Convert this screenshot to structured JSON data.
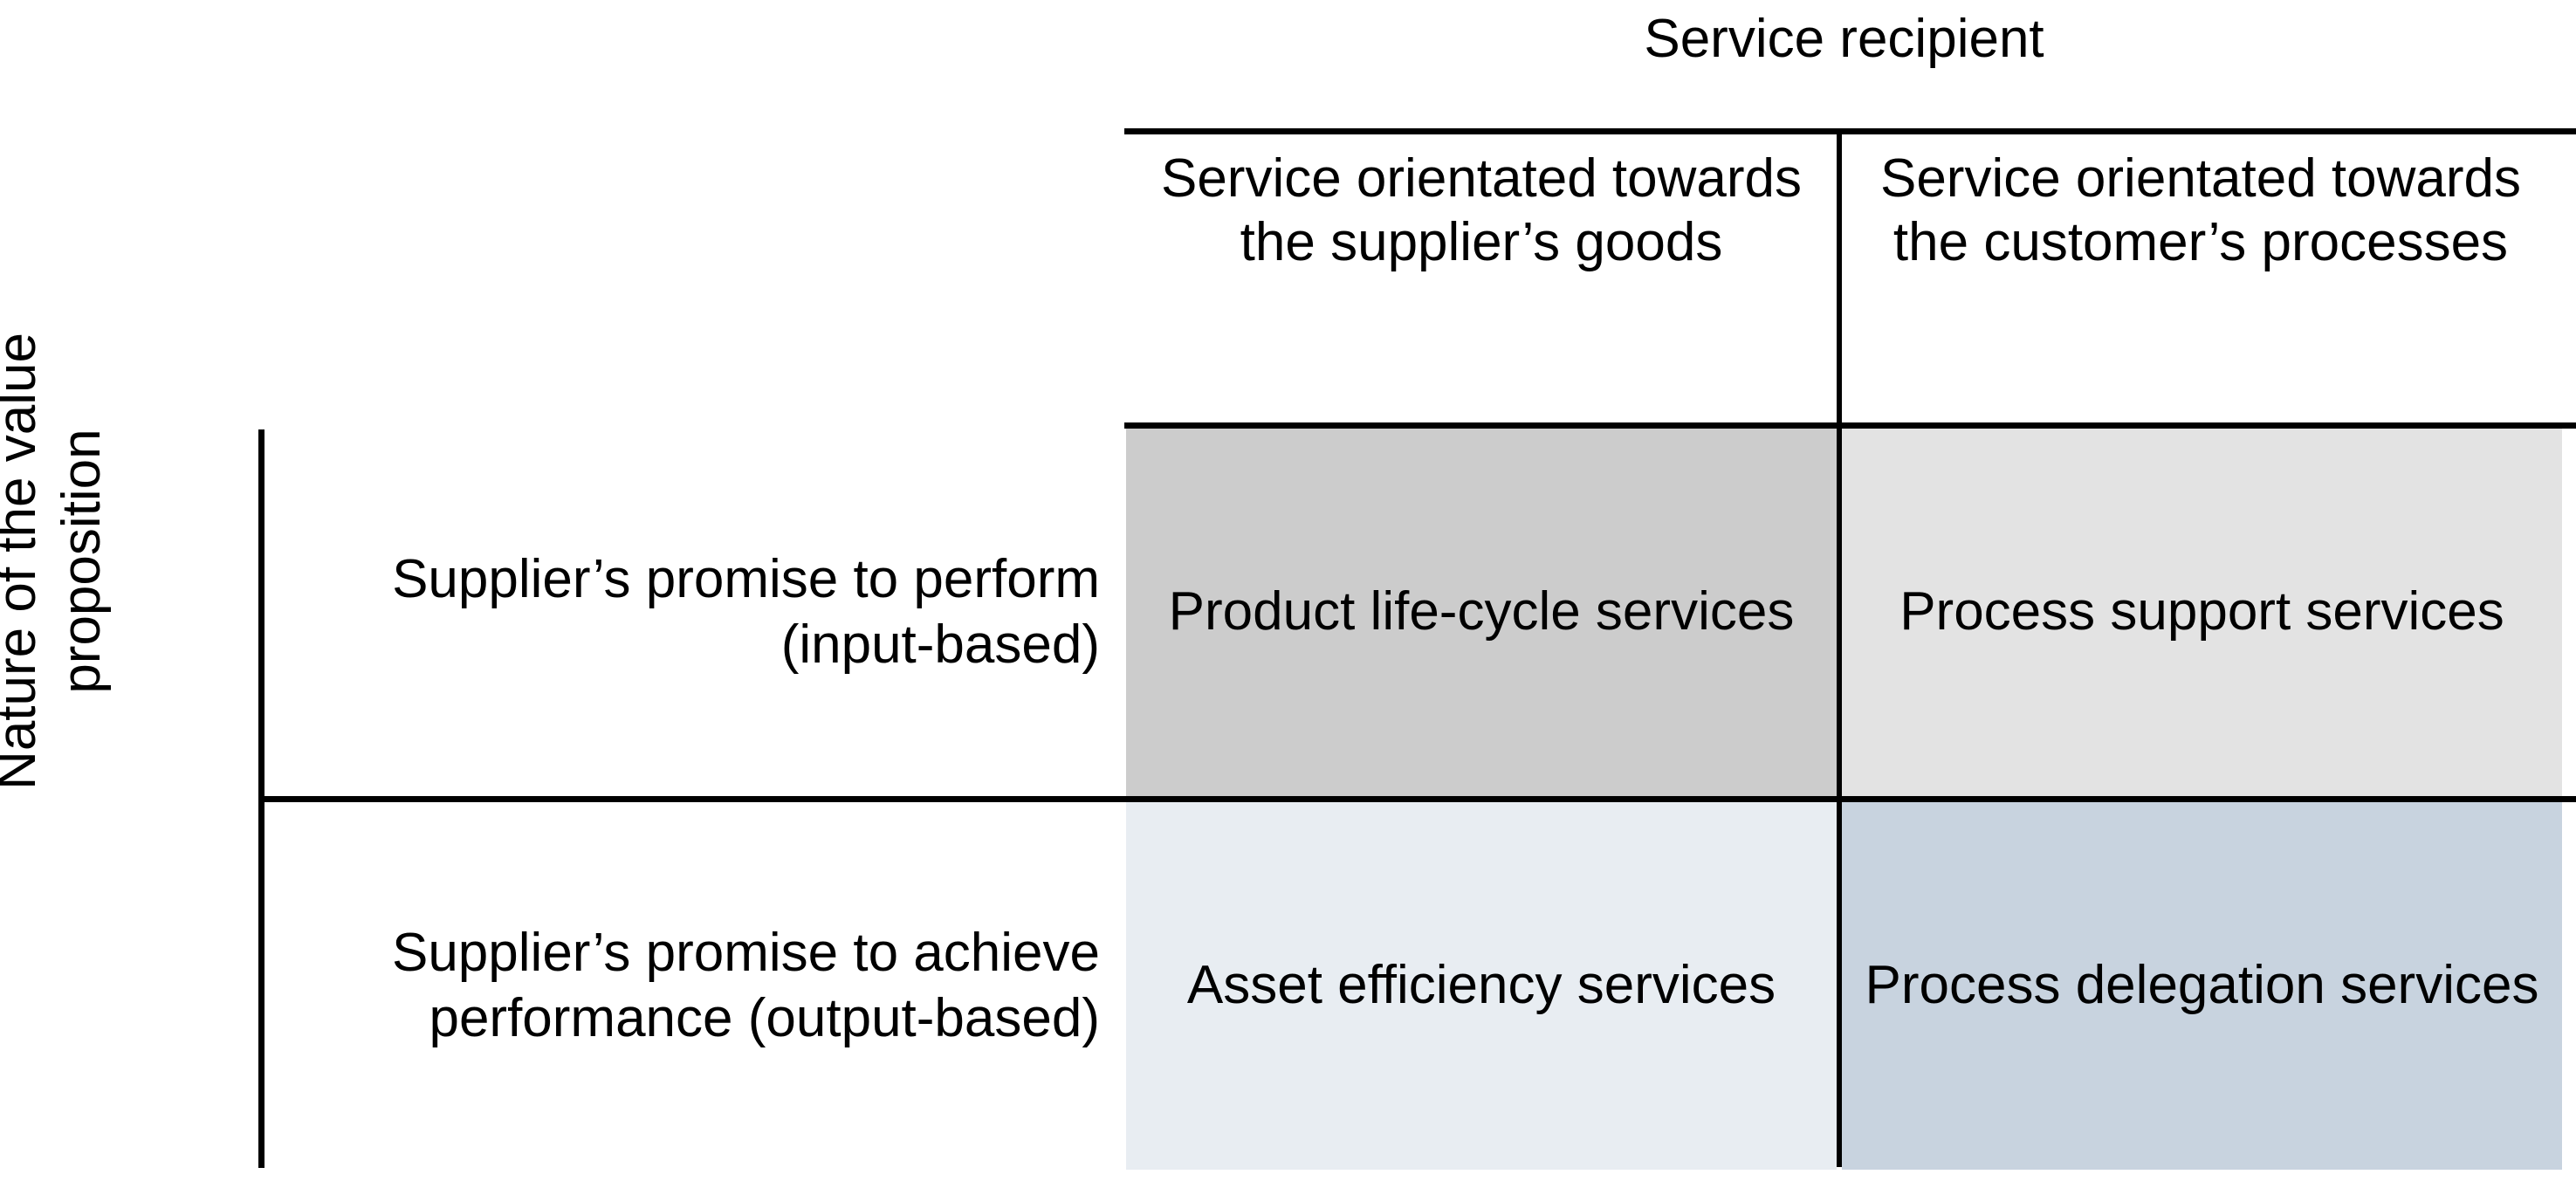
{
  "diagram": {
    "column_group_title": "Service recipient",
    "row_group_title": "Nature of the value\nproposition",
    "columns": [
      {
        "label": "Service orientated towards the supplier’s goods"
      },
      {
        "label": "Service orientated towards the customer’s processes"
      }
    ],
    "rows": [
      {
        "label": "Supplier’s promise to perform (input-based)"
      },
      {
        "label": "Supplier’s promise to achieve performance (output-based)"
      }
    ],
    "cells": [
      {
        "label": "Product life-cycle services",
        "fill": "#CCCCCC"
      },
      {
        "label": "Process support services",
        "fill": "#E3E3E3"
      },
      {
        "label": "Asset efficiency services",
        "fill": "#E8EDF2"
      },
      {
        "label": "Process delegation services",
        "fill": "#C8D3DF"
      }
    ],
    "colors": {
      "background": "#FFFFFF",
      "line": "#000000",
      "text": "#000000"
    }
  }
}
